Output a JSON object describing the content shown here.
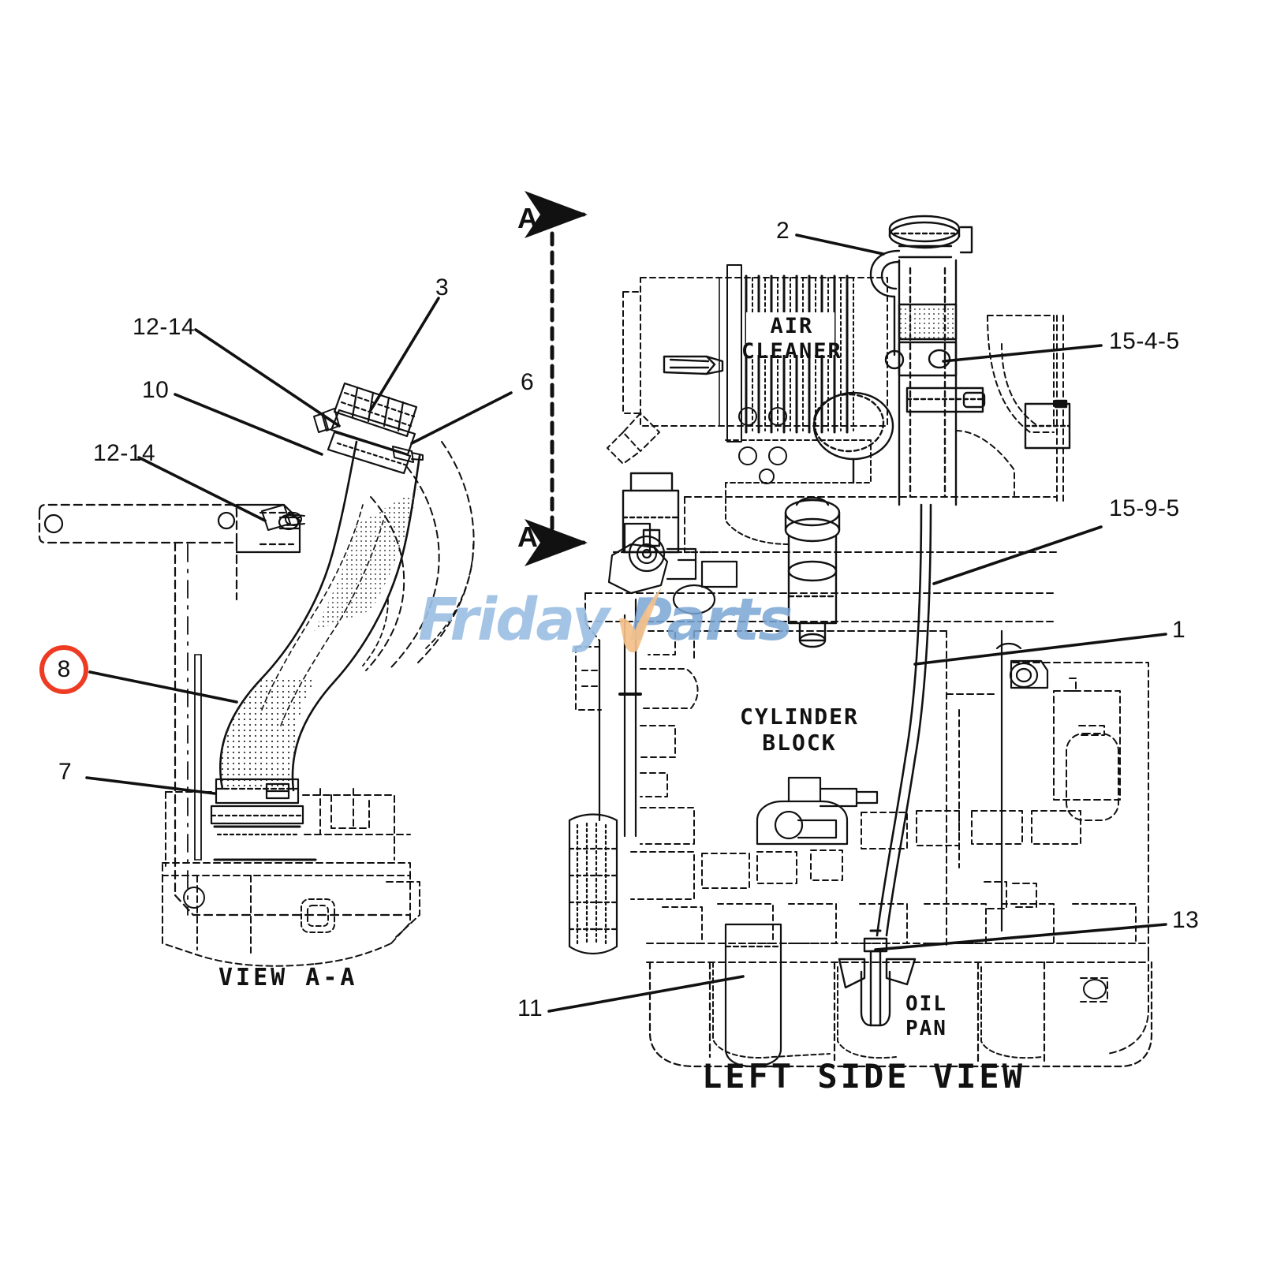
{
  "diagram": {
    "title": "Engine Air Intake and Cylinder Block Parts Diagram",
    "line_color": "#111111",
    "highlight_color": "#ee3b24",
    "background": "#ffffff"
  },
  "watermark": {
    "text_part1": "Friday",
    "text_part2": "Parts",
    "check_icon": "check-swoosh-icon",
    "color_primary": "#9dbfe3",
    "color_secondary": "#7ba6d4",
    "color_accent": "#f3c08a"
  },
  "views": [
    {
      "id": "view-a-a",
      "caption": "VIEW A-A"
    },
    {
      "id": "left-side-view",
      "caption": "LEFT SIDE VIEW"
    }
  ],
  "section_markers": [
    {
      "id": "section-a-top",
      "label": "A"
    },
    {
      "id": "section-a-bottom",
      "label": "A"
    }
  ],
  "part_annotations": [
    {
      "id": "cylinder-block-label",
      "text": "CYLINDER\nBLOCK",
      "line1": "CYLINDER",
      "line2": "BLOCK"
    },
    {
      "id": "air-cleaner-label",
      "text": "AIR\nCLEANER",
      "line1": "AIR",
      "line2": "CLEANER"
    },
    {
      "id": "oil-pan-label",
      "text": "OIL\nPAN",
      "line1": "OIL",
      "line2": "PAN"
    }
  ],
  "callouts": [
    {
      "id": "callout-12-14-upper",
      "label": "12-14",
      "circled": false
    },
    {
      "id": "callout-10",
      "label": "10",
      "circled": false
    },
    {
      "id": "callout-12-14-lower",
      "label": "12-14",
      "circled": false
    },
    {
      "id": "callout-3",
      "label": "3",
      "circled": false
    },
    {
      "id": "callout-6",
      "label": "6",
      "circled": false
    },
    {
      "id": "callout-8",
      "label": "8",
      "circled": true
    },
    {
      "id": "callout-7",
      "label": "7",
      "circled": false
    },
    {
      "id": "callout-2",
      "label": "2",
      "circled": false
    },
    {
      "id": "callout-15-4-5",
      "label": "15-4-5",
      "circled": false
    },
    {
      "id": "callout-15-9-5",
      "label": "15-9-5",
      "circled": false
    },
    {
      "id": "callout-1",
      "label": "1",
      "circled": false
    },
    {
      "id": "callout-13",
      "label": "13",
      "circled": false
    },
    {
      "id": "callout-11",
      "label": "11",
      "circled": false
    }
  ]
}
